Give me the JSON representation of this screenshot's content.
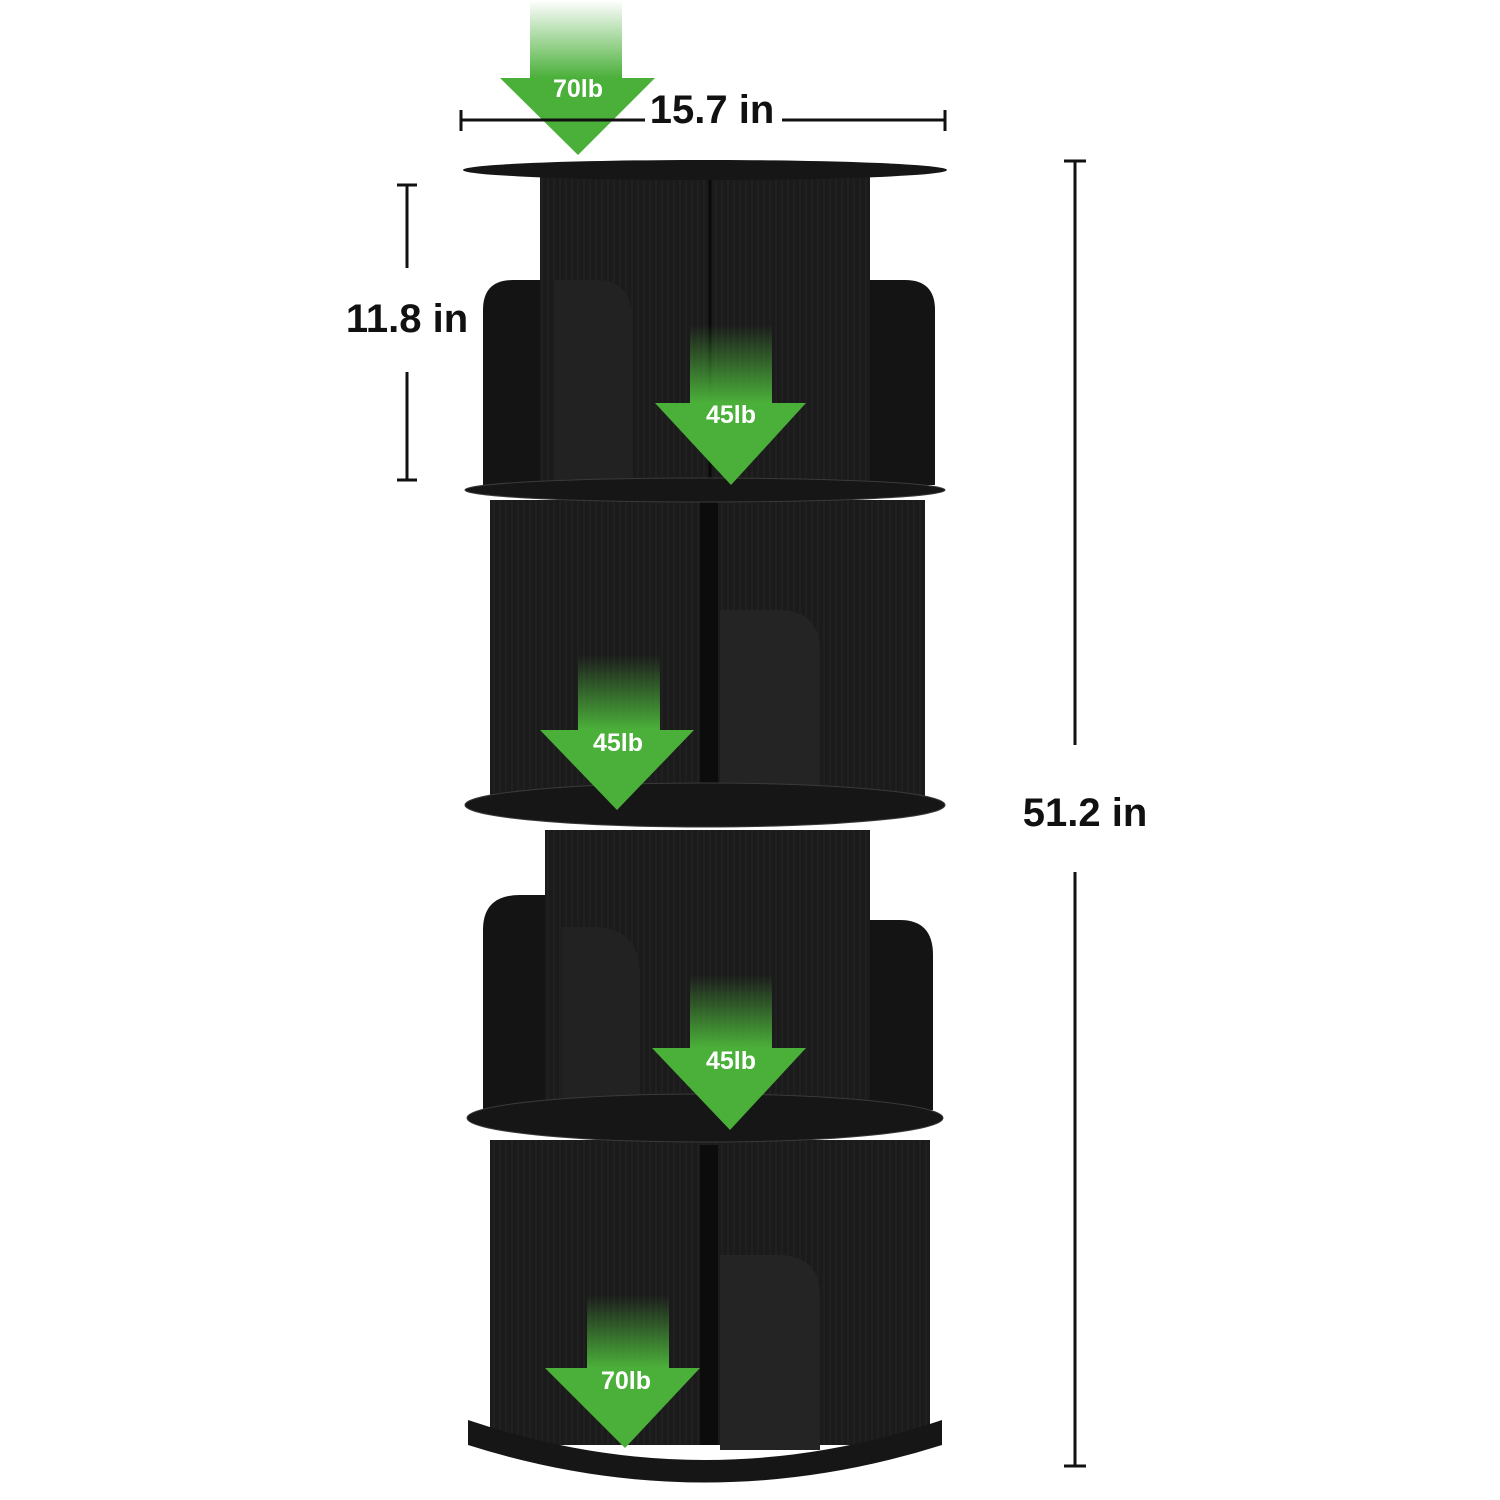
{
  "dimensions": {
    "width": "15.7 in",
    "tier_height": "11.8 in",
    "total_height": "51.2 in"
  },
  "load_labels": {
    "top": "70lb",
    "tier1": "45lb",
    "tier2": "45lb",
    "tier3": "45lb",
    "bottom": "70lb"
  },
  "colors": {
    "arrow": "#4bb03a",
    "shelf": "#161616",
    "text": "#111111"
  }
}
